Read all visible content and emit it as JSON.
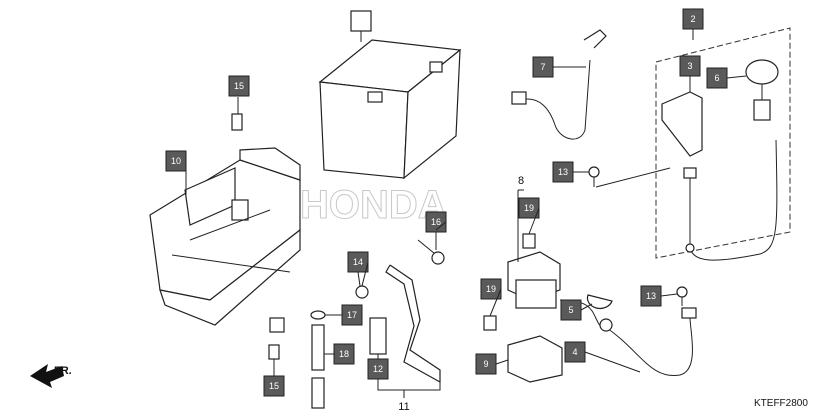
{
  "diagram": {
    "callouts": {
      "c2": "2",
      "c3": "3",
      "c4": "4",
      "c5": "5",
      "c6": "6",
      "c7": "7",
      "c9": "9",
      "c10": "10",
      "c12": "12",
      "c13a": "13",
      "c13b": "13",
      "c14": "14",
      "c15a": "15",
      "c15b": "15",
      "c16": "16",
      "c17": "17",
      "c18": "18",
      "c19a": "19",
      "c19b": "19"
    },
    "plain_labels": {
      "p8": "8",
      "p11": "11"
    },
    "front_label": "FR.",
    "code": "KTEFF2800"
  }
}
